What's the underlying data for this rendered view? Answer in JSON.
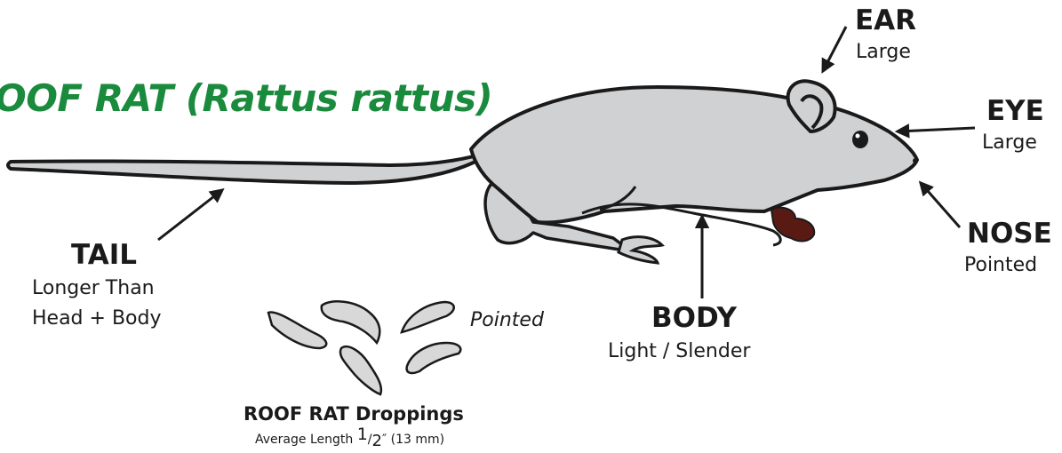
{
  "title": "OOF RAT (Rattus rattus)",
  "labels": {
    "ear": {
      "name": "EAR",
      "desc": "Large"
    },
    "eye": {
      "name": "EYE",
      "desc": "Large"
    },
    "nose": {
      "name": "NOSE",
      "desc": "Pointed"
    },
    "tail": {
      "name": "TAIL",
      "desc_line1": "Longer Than",
      "desc_line2": "Head + Body"
    },
    "body": {
      "name": "BODY",
      "desc": "Light / Slender"
    }
  },
  "droppings": {
    "title": "ROOF RAT Droppings",
    "subtitle_prefix": "Average Length ",
    "fraction_num": "1",
    "fraction_sep": "/",
    "fraction_den": "2",
    "subtitle_suffix": "″ (13 mm)",
    "shape_note": "Pointed"
  },
  "colors": {
    "title": "#1a8a3c",
    "body_fill": "#cfd1d3",
    "outline": "#1a1a1a",
    "paw": "#5a1a14"
  }
}
